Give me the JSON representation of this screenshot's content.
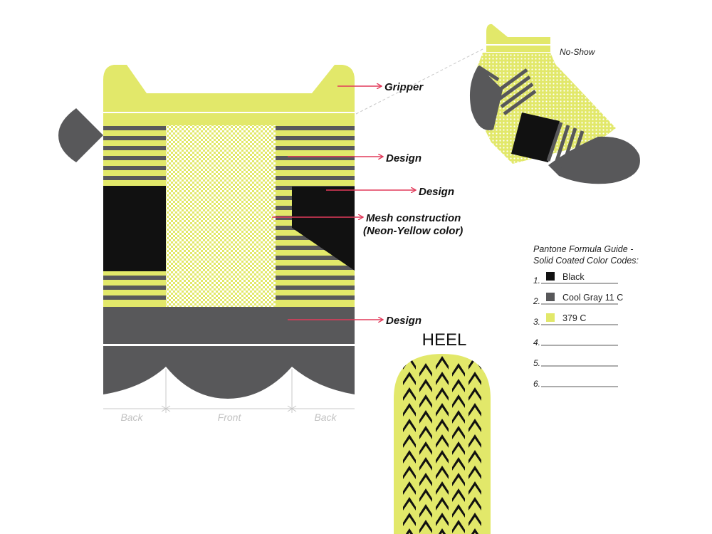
{
  "colors": {
    "black": "#111111",
    "gray": "#58585a",
    "yellow": "#e2e86a",
    "pointer": "#e23a5a",
    "guide": "#c8c8c8"
  },
  "callouts": [
    {
      "id": "gripper",
      "label": "Gripper"
    },
    {
      "id": "design1",
      "label": "Design"
    },
    {
      "id": "design2",
      "label": "Design"
    },
    {
      "id": "mesh",
      "label": "Mesh construction",
      "label2": "(Neon-Yellow color)"
    },
    {
      "id": "design3",
      "label": "Design"
    }
  ],
  "dimensions": {
    "back_left": "Back",
    "front": "Front",
    "back_right": "Back"
  },
  "sock_view": {
    "label": "No-Show"
  },
  "heel": {
    "title": "HEEL"
  },
  "legend": {
    "title_line1": "Pantone Formula Guide -",
    "title_line2": "Solid Coated Color Codes:",
    "items": [
      {
        "num": "1.",
        "swatch": "#111111",
        "label": "Black"
      },
      {
        "num": "2.",
        "swatch": "#58585a",
        "label": "Cool Gray 11 C"
      },
      {
        "num": "3.",
        "swatch": "#e2e86a",
        "label": "379 C"
      },
      {
        "num": "4.",
        "swatch": "",
        "label": ""
      },
      {
        "num": "5.",
        "swatch": "",
        "label": ""
      },
      {
        "num": "6.",
        "swatch": "",
        "label": ""
      }
    ]
  }
}
